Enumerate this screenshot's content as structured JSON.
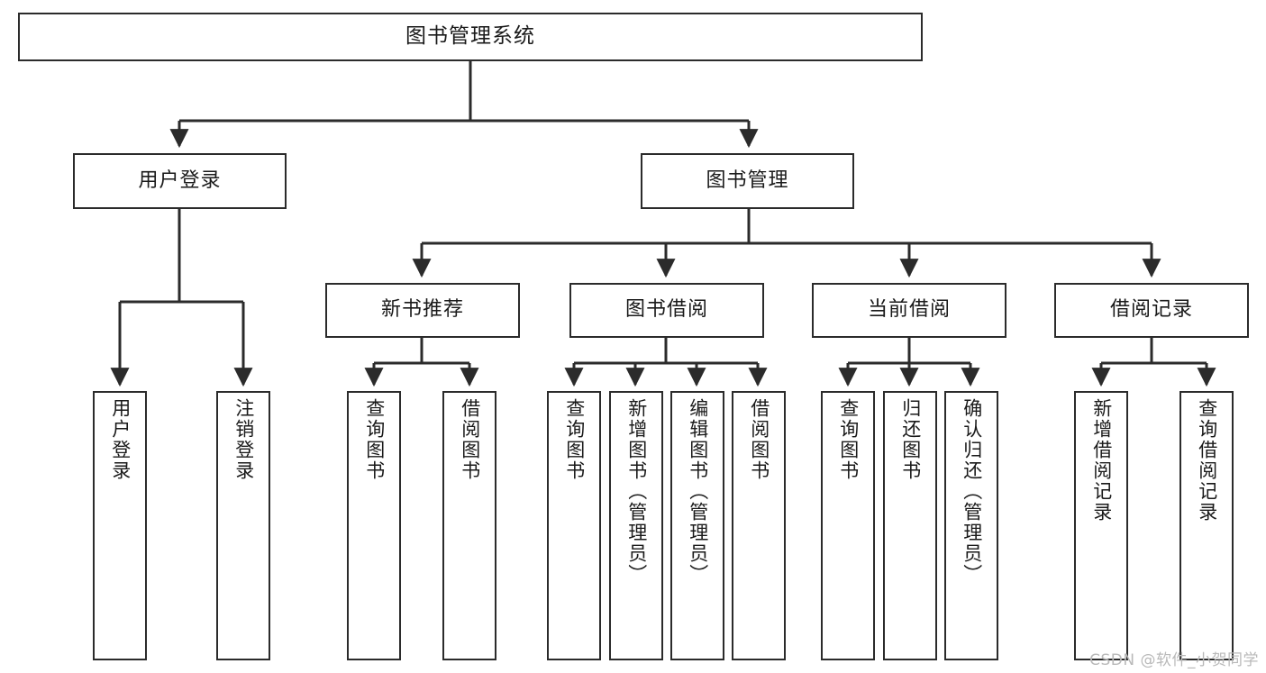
{
  "diagram": {
    "type": "tree-hierarchy",
    "title": "图书管理系统",
    "watermark": "CSDN @软件_小贺同学",
    "colors": {
      "box_border": "#2b2b2b",
      "box_fill": "#ffffff",
      "connector": "#2b2b2b",
      "text": "#1a1a1a",
      "watermark": "#b9b9b9",
      "background": "#ffffff"
    },
    "levels": {
      "root": "图书管理系统",
      "level1": [
        "用户登录",
        "图书管理"
      ],
      "level2": [
        "新书推荐",
        "图书借阅",
        "当前借阅",
        "借阅记录"
      ]
    },
    "nodes": {
      "root": {
        "label": "图书管理系统"
      },
      "user_login": {
        "label": "用户登录"
      },
      "book_manage": {
        "label": "图书管理"
      },
      "new_book_rec": {
        "label": "新书推荐"
      },
      "book_borrow": {
        "label": "图书借阅"
      },
      "current_borrow": {
        "label": "当前借阅"
      },
      "borrow_record": {
        "label": "借阅记录"
      }
    },
    "leaves": {
      "user_login": [
        "用户登录",
        "注销登录"
      ],
      "new_book_rec": [
        "查询图书",
        "借阅图书"
      ],
      "book_borrow": [
        "查询图书",
        "新增图书（管理员）",
        "编辑图书（管理员）",
        "借阅图书"
      ],
      "current_borrow": [
        "查询图书",
        "归还图书",
        "确认归还（管理员）"
      ],
      "borrow_record": [
        "新增借阅记录",
        "查询借阅记录"
      ]
    },
    "edges": [
      {
        "from": "图书管理系统",
        "to": "用户登录"
      },
      {
        "from": "图书管理系统",
        "to": "图书管理"
      },
      {
        "from": "图书管理",
        "to": "新书推荐"
      },
      {
        "from": "图书管理",
        "to": "图书借阅"
      },
      {
        "from": "图书管理",
        "to": "当前借阅"
      },
      {
        "from": "图书管理",
        "to": "借阅记录"
      },
      {
        "from": "用户登录",
        "to": "用户登录"
      },
      {
        "from": "用户登录",
        "to": "注销登录"
      },
      {
        "from": "新书推荐",
        "to": "查询图书"
      },
      {
        "from": "新书推荐",
        "to": "借阅图书"
      },
      {
        "from": "图书借阅",
        "to": "查询图书"
      },
      {
        "from": "图书借阅",
        "to": "新增图书（管理员）"
      },
      {
        "from": "图书借阅",
        "to": "编辑图书（管理员）"
      },
      {
        "from": "图书借阅",
        "to": "借阅图书"
      },
      {
        "from": "当前借阅",
        "to": "查询图书"
      },
      {
        "from": "当前借阅",
        "to": "归还图书"
      },
      {
        "from": "当前借阅",
        "to": "确认归还（管理员）"
      },
      {
        "from": "借阅记录",
        "to": "新增借阅记录"
      },
      {
        "from": "借阅记录",
        "to": "查询借阅记录"
      }
    ]
  }
}
